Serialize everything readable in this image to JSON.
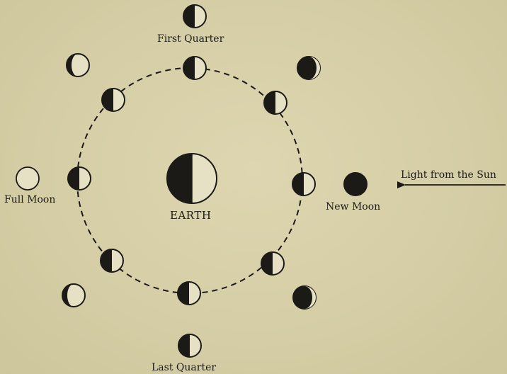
{
  "diagram": {
    "earth_label": "EARTH",
    "light_label": "Light from the Sun",
    "orbit_style": "dashed circle",
    "colors": {
      "ink": "#1b1a16",
      "paper": "#d6cfa7",
      "moon_light": "#e6e1c4"
    },
    "phases": {
      "first_quarter": "First Quarter",
      "full_moon": "Full Moon",
      "new_moon": "New Moon",
      "last_quarter": "Last Quarter"
    }
  }
}
